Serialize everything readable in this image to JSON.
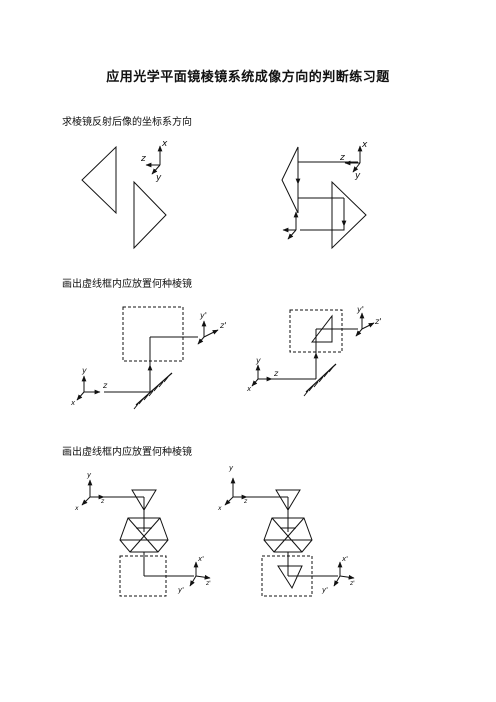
{
  "title": "应用光学平面镜棱镜系统成像方向的判断练习题",
  "sections": [
    {
      "label": "求棱镜反射后像的坐标系方向"
    },
    {
      "label": "画出虚线框内应放置何种棱镜"
    },
    {
      "label": "画出虚线框内应放置何种棱镜"
    }
  ],
  "axis_labels": {
    "x": "x",
    "y": "y",
    "z": "z",
    "x_prime": "x'",
    "y_prime": "y'",
    "z_prime": "z'"
  }
}
